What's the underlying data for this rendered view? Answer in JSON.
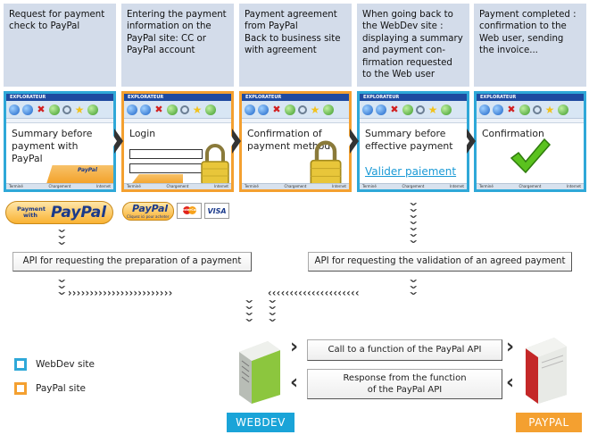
{
  "steps": [
    {
      "text": "Request for payment check to PayPal",
      "body": "Summary before payment with PayPal",
      "site": "webdev"
    },
    {
      "text": "Entering the payment information on the PayPal site: CC or PayPal account",
      "body": "Login",
      "site": "paypal"
    },
    {
      "text": "Payment agreement from PayPal\nBack to business site with agreement",
      "body": "Confirmation of payment method",
      "site": "paypal"
    },
    {
      "text": "When going back to the WebDev site : displaying a summary and payment con-firmation requested to the Web user",
      "body": "Summary before effective payment",
      "link": "Valider paiement",
      "site": "webdev"
    },
    {
      "text": "Payment completed : confirmation to the Web user, sending the invoice...",
      "body": "Confirmation",
      "site": "webdev"
    }
  ],
  "browser": {
    "title": "EXPLORATEUR",
    "status_left": "Terminé",
    "status_center": "Chargement",
    "status_right": "Internet"
  },
  "paypal_button": {
    "payment_with": "Payment with",
    "brand": "PayPal"
  },
  "paypal_mini": {
    "brand": "PayPal",
    "sub": "Cliquez ici pour acheter",
    "cards": [
      "MasterCard",
      "VISA"
    ]
  },
  "mini_paypal_logo": "PayPal",
  "api": {
    "prepare": "API for requesting the preparation of a payment",
    "validate": "API for requesting the validation of an agreed payment"
  },
  "calls": {
    "call": "Call to a function of the PayPal API",
    "response_line1": "Response from the function",
    "response_line2": "of the PayPal API"
  },
  "legend": {
    "webdev": "WebDev site",
    "paypal": "PayPal site"
  },
  "tags": {
    "webdev": "WEBDEV",
    "paypal": "PAYPAL"
  },
  "colors": {
    "webdev": "#2fa8d8",
    "paypal": "#f4a030",
    "step_bg": "#d3dcea",
    "check": "#5ac21e"
  }
}
